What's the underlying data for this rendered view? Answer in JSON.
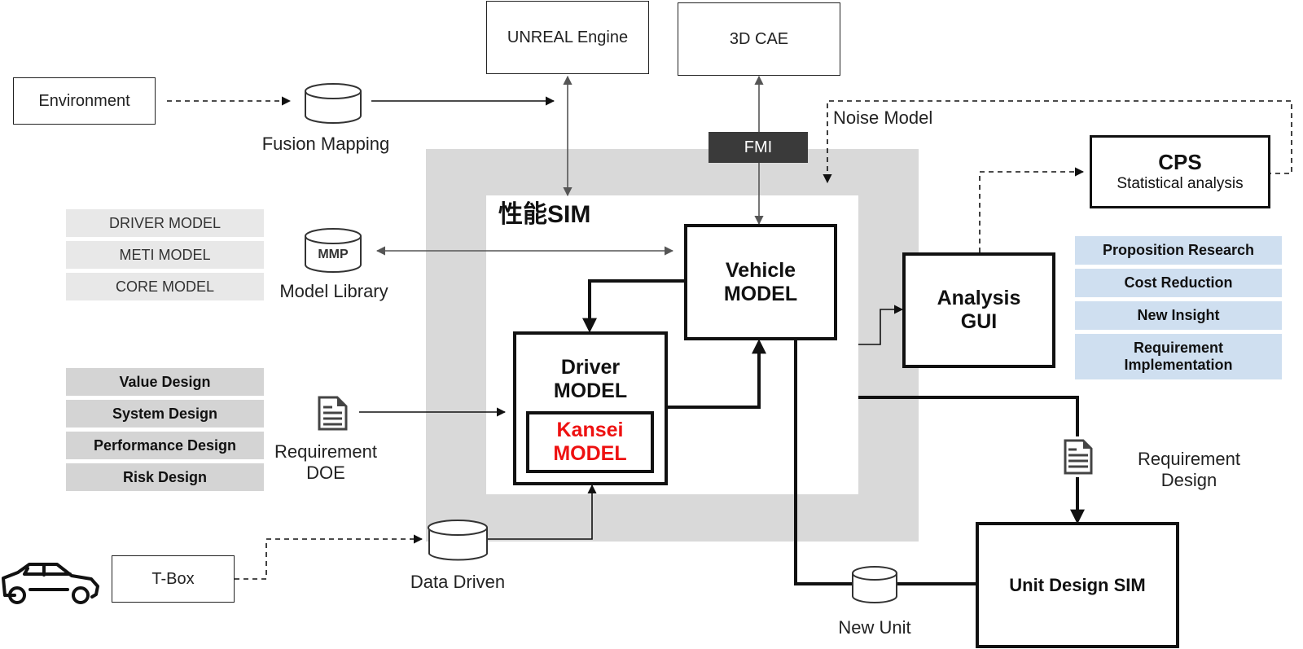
{
  "external": {
    "environment": "Environment",
    "fusion_mapping": "Fusion Mapping",
    "unreal_engine": "UNREAL Engine",
    "cae_3d": "3D CAE",
    "fmi": "FMI",
    "noise_model": "Noise Model",
    "t_box": "T-Box",
    "data_driven": "Data Driven",
    "new_unit": "New Unit",
    "unit_design_sim": "Unit Design SIM"
  },
  "performance_sim": {
    "title": "性能SIM",
    "vehicle_model": [
      "Vehicle",
      "MODEL"
    ],
    "driver_model": [
      "Driver",
      "MODEL"
    ],
    "kansei_model": [
      "Kansei",
      "MODEL"
    ],
    "kansei_color": "#ee1111"
  },
  "model_library": {
    "db_label": "MMP",
    "label": "Model Library",
    "items": [
      "DRIVER MODEL",
      "METI MODEL",
      "CORE MODEL"
    ]
  },
  "requirement_doe": {
    "label": [
      "Requirement",
      "DOE"
    ],
    "items": [
      "Value Design",
      "System Design",
      "Performance Design",
      "Risk Design"
    ]
  },
  "analysis": {
    "gui": [
      "Analysis",
      "GUI"
    ],
    "cps_title": "CPS",
    "cps_subtitle": "Statistical analysis",
    "outcomes": [
      "Proposition Research",
      "Cost Reduction",
      "New Insight",
      "Requirement Implementation"
    ]
  },
  "requirement_design": {
    "label": [
      "Requirement",
      "Design"
    ]
  },
  "colors": {
    "sim_background": "#d9d9d9",
    "outcome_background": "#cfdff0",
    "fmi_background": "#3a3a3a"
  }
}
